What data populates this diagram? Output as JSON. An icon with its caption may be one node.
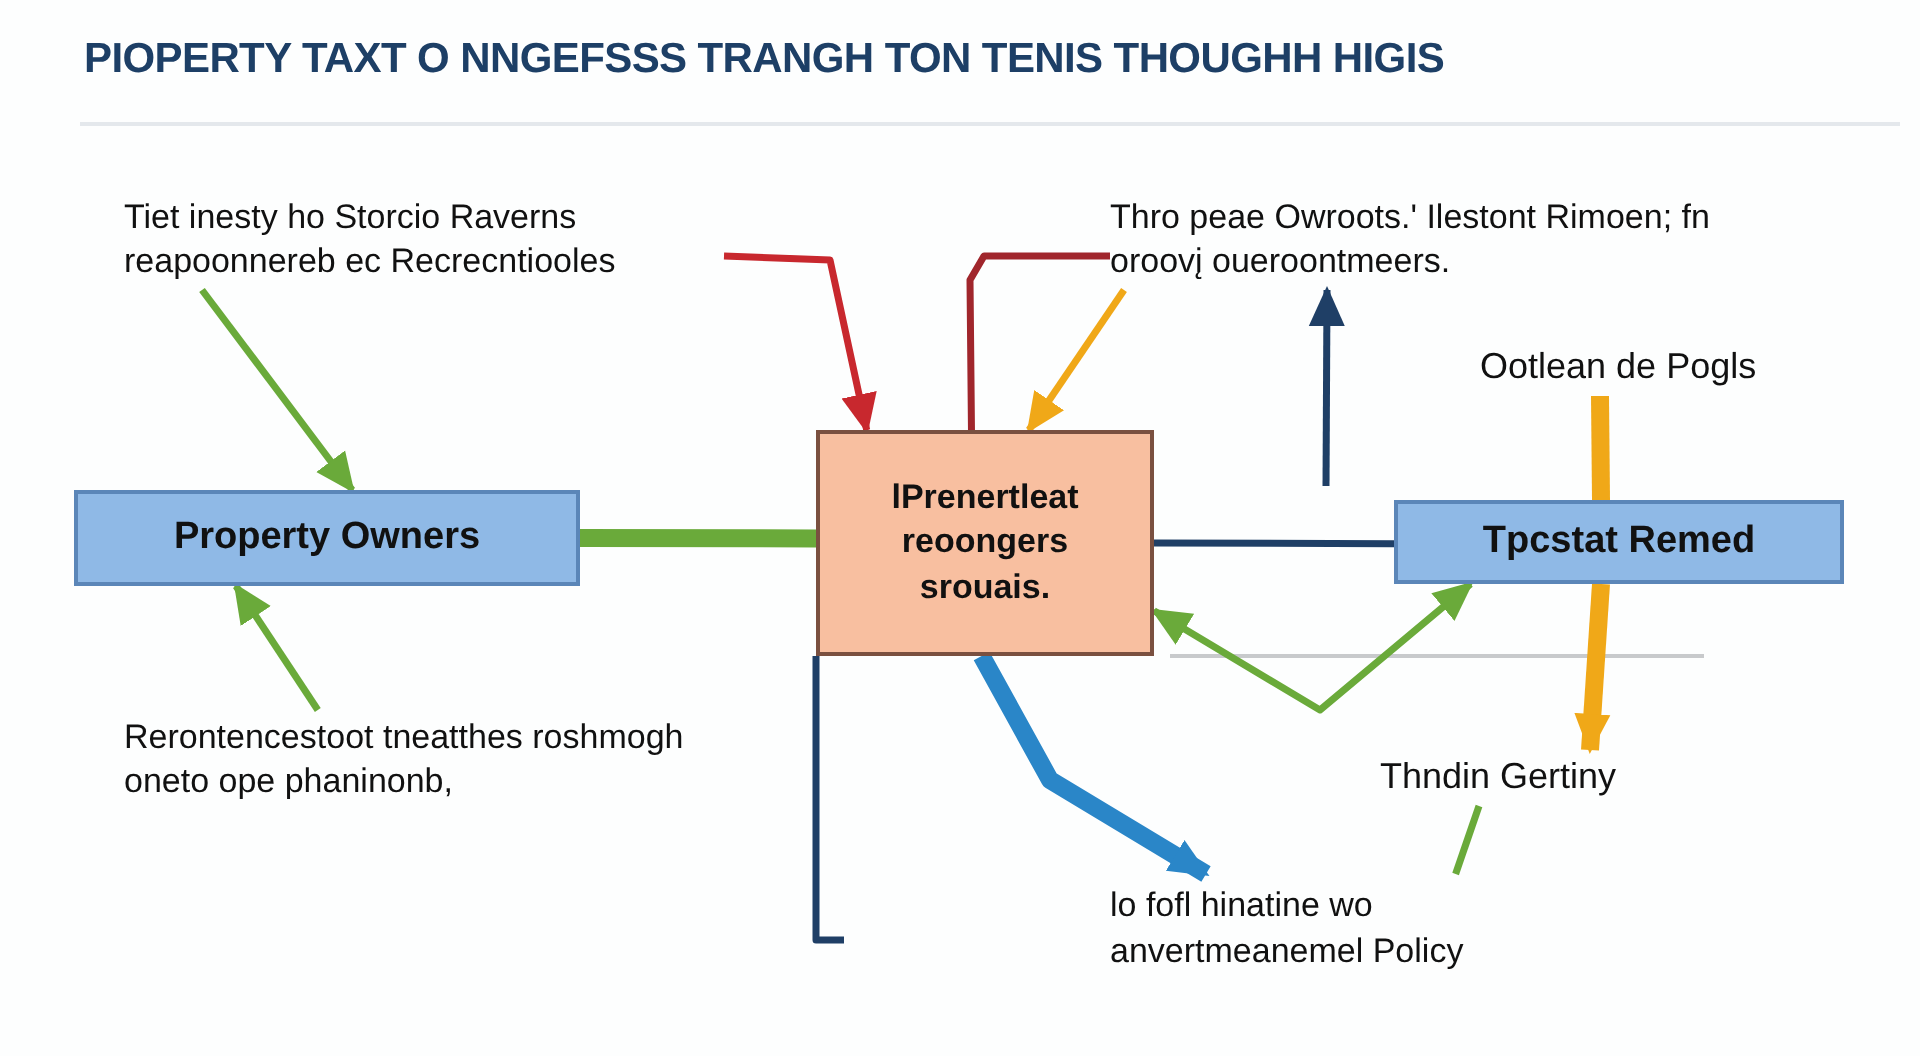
{
  "diagram": {
    "title": "PIOPERTY TAXT O NNGEFSSS TRANGH TON TENIS THOUGHH HIGIS",
    "nodes": [
      {
        "text": [
          "Tiet inesty ho Storcio Raverns reapoonnereb ec Recrecntioоles"
        ]
      },
      {
        "text": [
          "Thro peae Owrоots.' Ilestont Rimoen; fn oroovį ouerоontmeers."
        ]
      },
      {
        "text": [
          "Property Owners"
        ]
      },
      {
        "text": [
          "lPrenertleat reoongers srouais."
        ]
      },
      {
        "text": [
          "Ootlean de Pogls"
        ]
      },
      {
        "text": [
          "Tpcstat Remed"
        ]
      },
      {
        "text": [
          "Rerontencestoot tneatthes roshmogh oneto ope phaninonb,"
        ]
      },
      {
        "text": [
          "Thndin Gertiny"
        ]
      },
      {
        "text": [
          "lo fofl hinatine wo anvertmeanemel Policy"
        ]
      }
    ],
    "edges": [
      {
        "from": 0,
        "to": 2,
        "arrow": "to",
        "color": "#6aaa3a"
      },
      {
        "from": 0,
        "to": 3,
        "arrow": "to",
        "color": "#c8282e"
      },
      {
        "from": 3,
        "to": 1,
        "arrow": "none",
        "color": "#a0262c"
      },
      {
        "from": 1,
        "to": 3,
        "arrow": "to",
        "color": "#f0a818"
      },
      {
        "from": null,
        "to": 1,
        "arrow": "to",
        "color": "#1f3f66"
      },
      {
        "from": 2,
        "to": 3,
        "arrow": "none",
        "style": "thick",
        "color": "#6aaa3a"
      },
      {
        "from": 3,
        "to": 5,
        "arrow": "none",
        "color": "#1f3f66"
      },
      {
        "from": 4,
        "to": 5,
        "arrow": "none",
        "style": "thick",
        "color": "#f0a818"
      },
      {
        "from": 5,
        "to": 7,
        "arrow": "to",
        "style": "thick",
        "color": "#f0a818"
      },
      {
        "from": 3,
        "to": 5,
        "arrow": "both",
        "color": "#6aaa3a"
      },
      {
        "from": 6,
        "to": 2,
        "arrow": "to",
        "color": "#6aaa3a"
      },
      {
        "from": 3,
        "to": 8,
        "arrow": "to",
        "style": "thick",
        "color": "#2a86c8"
      },
      {
        "from": 3,
        "to": null,
        "arrow": "none",
        "color": "#1f3f66"
      },
      {
        "from": 7,
        "to": 8,
        "arrow": "none",
        "color": "#6aaa3a"
      }
    ]
  }
}
